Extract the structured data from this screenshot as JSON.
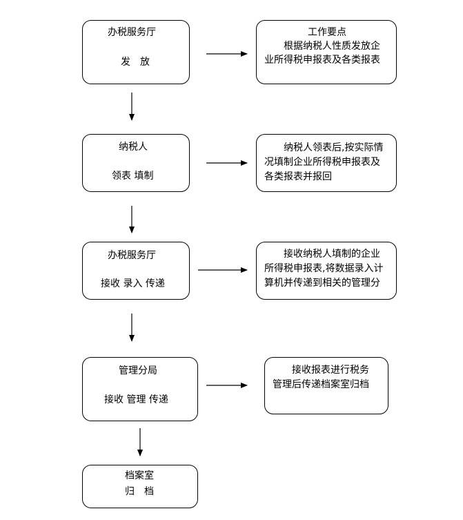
{
  "steps": [
    {
      "left_title": "办税服务厅",
      "left_action": "发　放",
      "right_lines": [
        "工作要点",
        "根据纳税人性质发放企",
        "业所得税申报表及各类报表"
      ]
    },
    {
      "left_title": "纳税人",
      "left_action": "领表  填制",
      "right_lines": [
        "纳税人领表后,按实际情",
        "况填制企业所得税申报表及",
        "各类报表并报回"
      ]
    },
    {
      "left_title": "办税服务厅",
      "left_action": "接收  录入  传递",
      "right_lines": [
        "接收纳税人填制的企业",
        "所得税申报表,将数据录入计",
        "算机并传递到相关的管理分"
      ]
    },
    {
      "left_title": "管理分局",
      "left_action": "接收  管理  传递",
      "right_lines": [
        "接收报表进行税务",
        "管理后传递档案室归档"
      ]
    },
    {
      "left_title": "档案室",
      "left_action": "归　档"
    }
  ]
}
